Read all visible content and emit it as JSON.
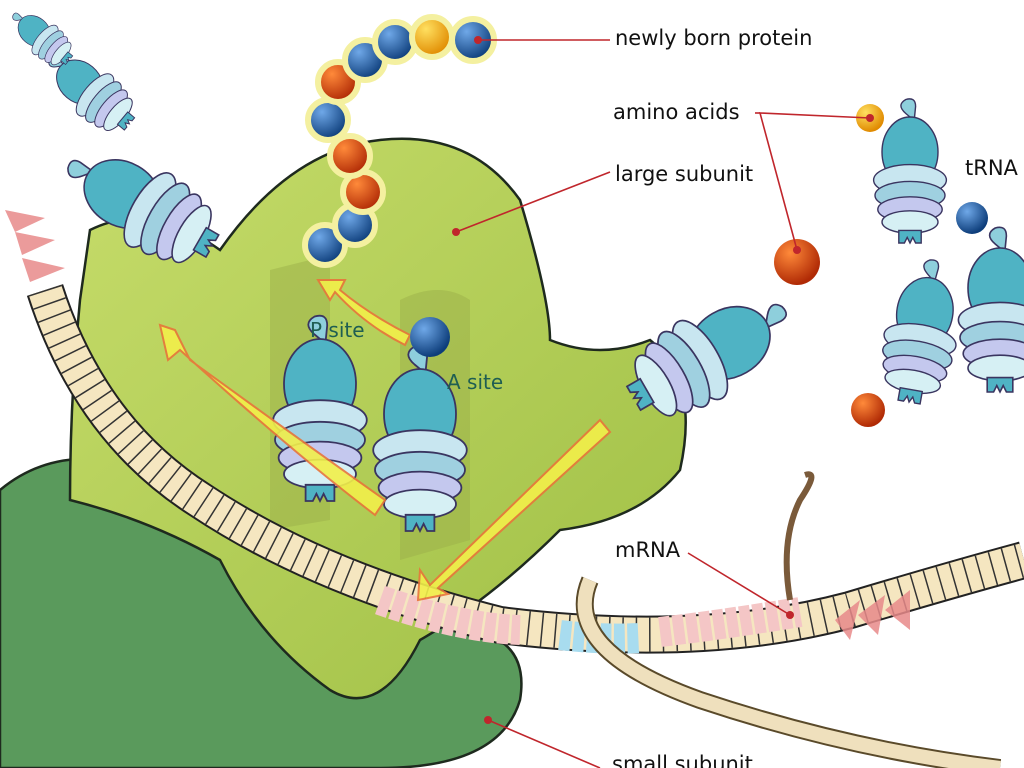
{
  "labels": {
    "protein": "newly born protein",
    "amino_acids": "amino acids",
    "large_subunit": "large subunit",
    "trna": "tRNA",
    "p_site": "P site",
    "a_site": "A site",
    "mrna": "mRNA",
    "small_subunit": "small subunit"
  },
  "colors": {
    "large_subunit": "#b5cf5a",
    "small_subunit": "#5a9a5c",
    "trna": "#4fb3c4",
    "amino_blue": "#1d5fa8",
    "amino_orange": "#e04a10",
    "amino_yellow": "#f5b000",
    "arrow": "#f2ef4a",
    "leader_line": "#c0262c"
  }
}
